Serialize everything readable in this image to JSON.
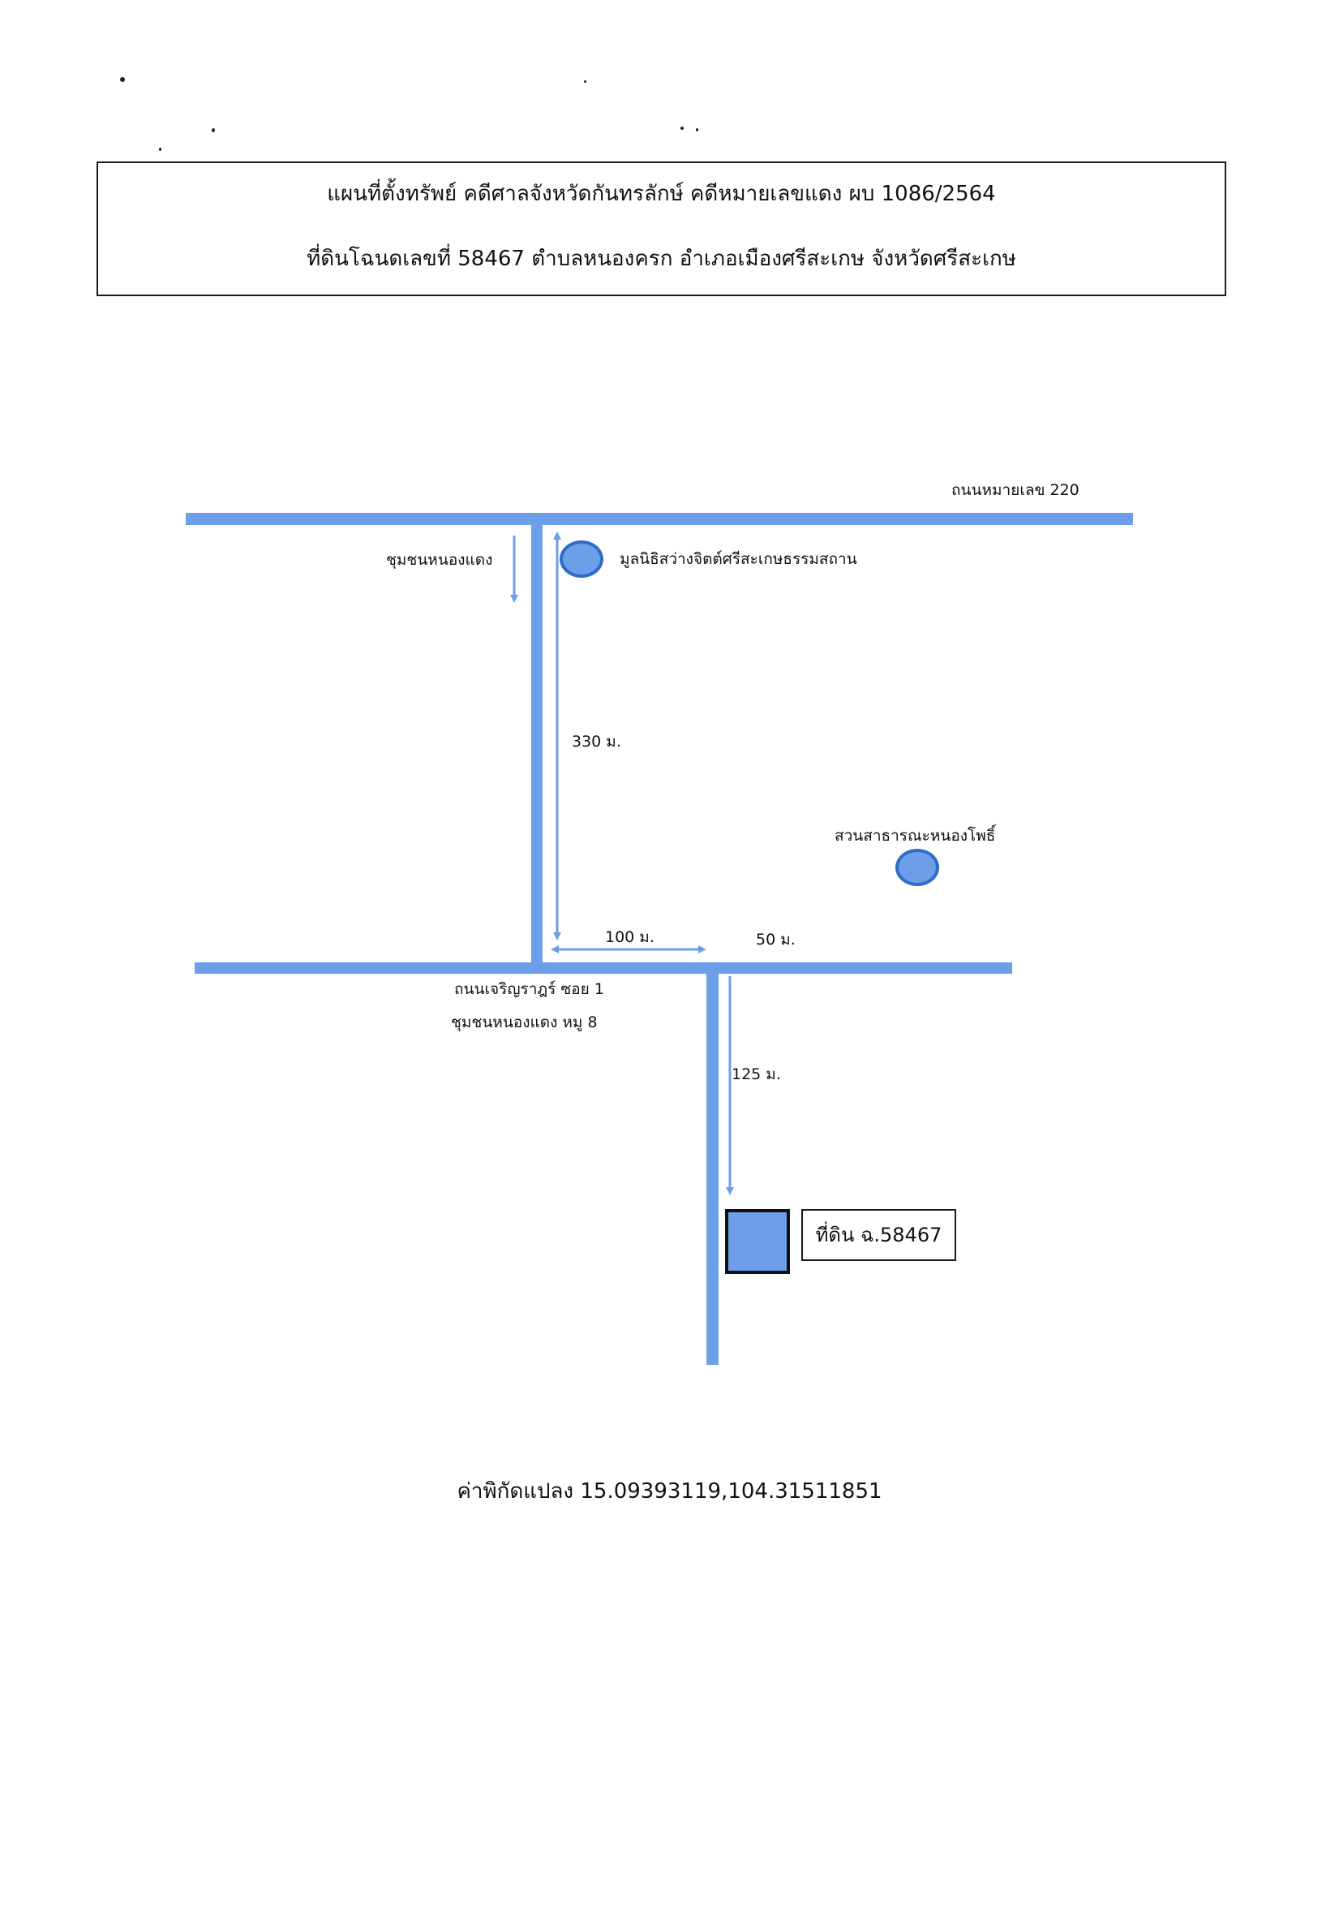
{
  "header": {
    "line1": "แผนที่ตั้งทรัพย์ คดีศาลจังหวัดกันทรลักษ์ คดีหมายเลขแดง ผบ 1086/2564",
    "line2": "ที่ดินโฉนดเลขที่ 58467 ตำบลหนองครก อำเภอเมืองศรีสะเกษ จังหวัดศรีสะเกษ"
  },
  "roads": {
    "highway": "ถนนหมายเลข 220",
    "soi_line1": "ถนนเจริญราฎร์ ซอย 1",
    "soi_line2": "ชุมชนหนองแดง หมู 8"
  },
  "labels": {
    "community": "ชุมชนหนองแดง",
    "foundation": "มูลนิธิสว่างจิตต์ศรีสะเกษธรรมสถาน",
    "park": "สวนสาธารณะหนองโพธิ์"
  },
  "distances": {
    "d330": "330 ม.",
    "d100": "100 ม.",
    "d50": "50 ม.",
    "d125": "125 ม."
  },
  "parcel": {
    "label": "ที่ดิน ฉ.58467"
  },
  "coordinates": {
    "text": "ค่าพิกัดแปลง 15.09393119,104.31511851"
  },
  "colors": {
    "road": "#6d9ee8",
    "landmark_fill": "#6d9ee8",
    "landmark_border": "#2f6cc9",
    "arrow": "#6d9ee8"
  }
}
